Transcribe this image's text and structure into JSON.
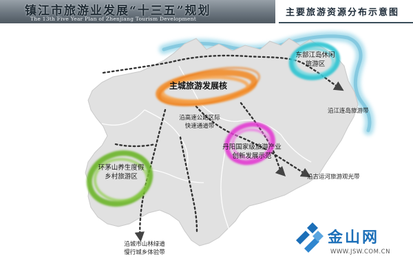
{
  "header": {
    "title": "镇江市旅游业发展“十三五”规划",
    "subtitle": "The 13th Five Year Plan of Zhenjiang Tourism Development",
    "map_title": "主要旅游资源分布示意图"
  },
  "zones": {
    "main_city": "主城旅游发展核",
    "east": [
      "东部江岛休闲",
      "旅游区"
    ],
    "danyang": [
      "丹阳国家级旅游产业",
      "创新发展示范"
    ],
    "maoshan": [
      "环茅山养生度假",
      "乡村旅游区"
    ]
  },
  "belts": {
    "riverside": "沿江连岛旅游带",
    "highway": [
      "沿高速公路区际",
      "快速通道带"
    ],
    "canal": "沿古运河旅游观光带",
    "mountain": [
      "沿城市山林绿道",
      "慢行城乡体验带"
    ]
  },
  "logo": {
    "name": "金山网",
    "url": "WWW.JSW.COM.CN"
  },
  "colors": {
    "main_core": "#f2871f",
    "east_zone": "#2bc4d2",
    "danyang_zone": "#e23cd2",
    "maoshan_zone": "#6cb52a",
    "river": "#8ecfe3",
    "land": "#e1e1e1",
    "brand": "#1c6fb8"
  }
}
